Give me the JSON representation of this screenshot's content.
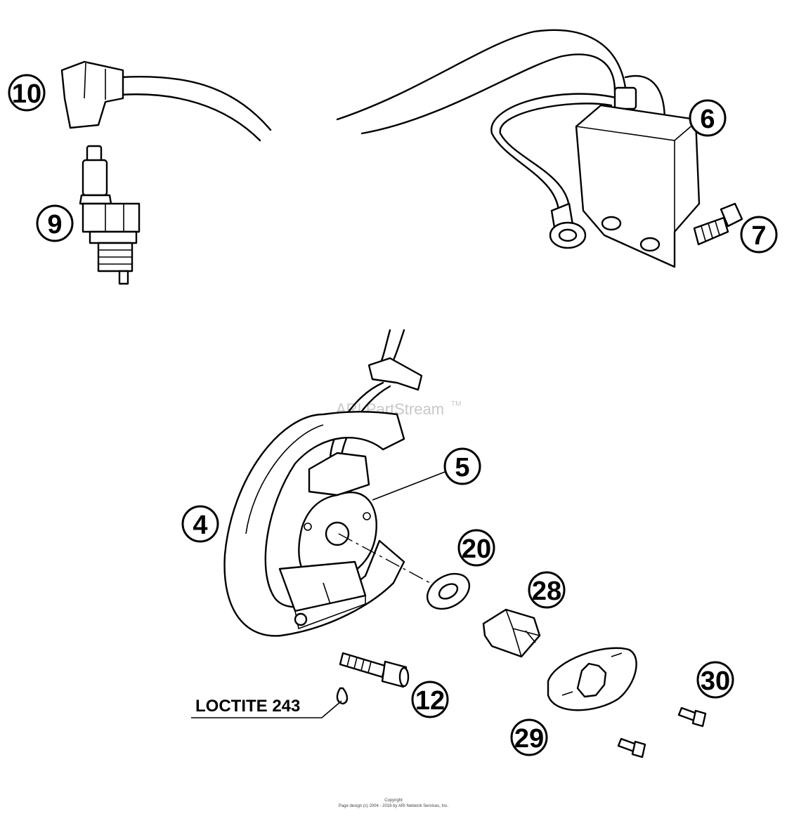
{
  "diagram": {
    "callouts": {
      "c10": "10",
      "c9": "9",
      "c6": "6",
      "c7": "7",
      "c5": "5",
      "c4": "4",
      "c20": "20",
      "c28": "28",
      "c30": "30",
      "c12": "12",
      "c29": "29"
    },
    "note": "LOCTITE 243",
    "watermark": "ARI PartStream",
    "watermark_tm": "TM",
    "copyright_line1": "Copyright",
    "copyright_line2": "Page design (c) 2004 - 2018 by ARI Network Services, Inc."
  }
}
